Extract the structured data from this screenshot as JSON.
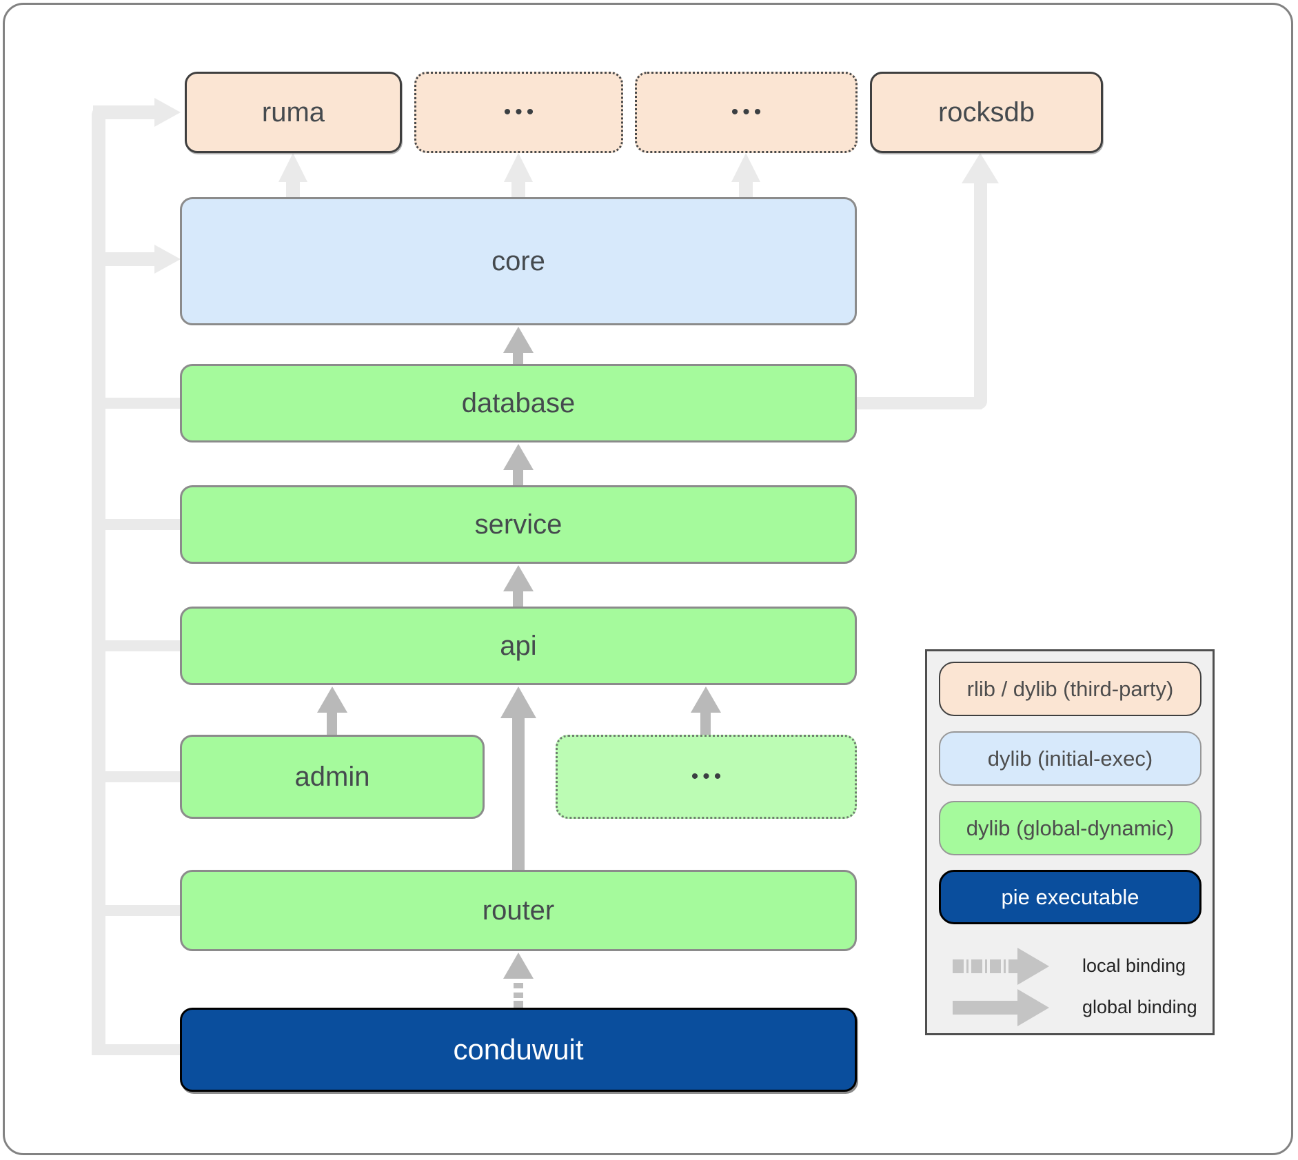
{
  "nodes": {
    "ruma": "ruma",
    "third_party_more_a": "•••",
    "third_party_more_b": "•••",
    "rocksdb": "rocksdb",
    "core": "core",
    "database": "database",
    "service": "service",
    "api": "api",
    "admin": "admin",
    "api_more": "•••",
    "router": "router",
    "conduwuit": "conduwuit"
  },
  "legend": {
    "items": [
      {
        "label": "rlib / dylib (third-party)",
        "style": "peach"
      },
      {
        "label": "dylib (initial-exec)",
        "style": "blue"
      },
      {
        "label": "dylib (global-dynamic)",
        "style": "green"
      },
      {
        "label": "pie executable",
        "style": "navy"
      }
    ],
    "local_binding_label": "local binding",
    "global_binding_label": "global binding"
  },
  "colors": {
    "third_party_fill": "#fbe5d3",
    "initial_exec_fill": "#d7e9fb",
    "global_dynamic_fill": "#a5fa9c",
    "global_dynamic_dotted_fill": "#bcfcb4",
    "pie_executable_fill": "#0a4e9d",
    "local_connector": "#eaeaea",
    "binding_arrow": "#b9b9b9",
    "legend_background": "#f0f0f0"
  }
}
